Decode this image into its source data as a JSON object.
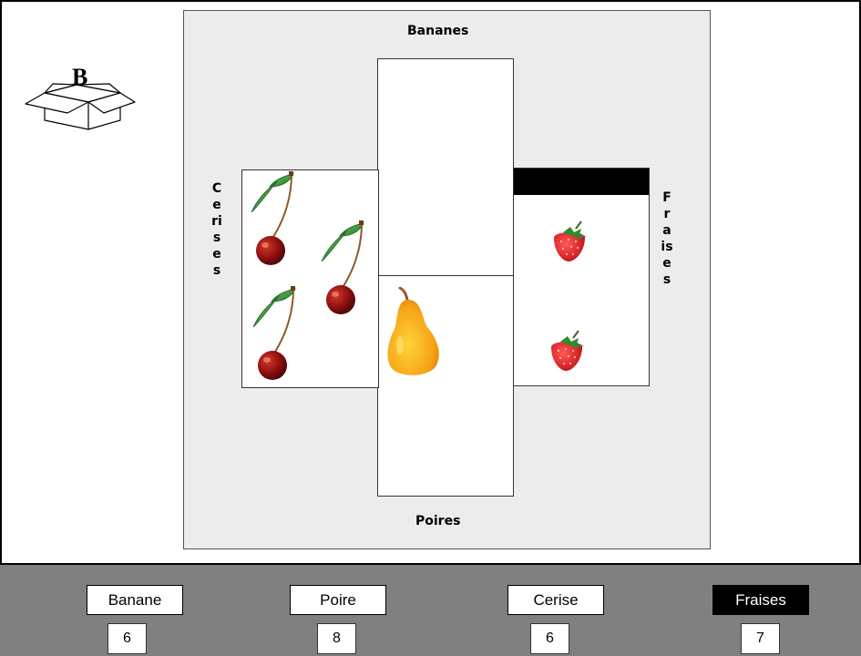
{
  "box": {
    "letter": "B"
  },
  "board": {
    "top_label": "Bananes",
    "bottom_label": "Poires",
    "left_label": "Cerises",
    "right_label": "Fraises"
  },
  "panels": {
    "cherries": {
      "icon": "cherry-icon",
      "count": 3
    },
    "pear": {
      "icon": "pear-icon",
      "count": 1
    },
    "strawberries": {
      "icon": "strawberry-icon",
      "count": 2
    }
  },
  "buttons": [
    {
      "label": "Banane",
      "count": "6",
      "selected": false
    },
    {
      "label": "Poire",
      "count": "8",
      "selected": false
    },
    {
      "label": "Cerise",
      "count": "6",
      "selected": false
    },
    {
      "label": "Fraises",
      "count": "7",
      "selected": true
    }
  ],
  "colors": {
    "board_bg": "#ececec",
    "bottom_bar": "#808080",
    "selected_button": "#000000"
  }
}
